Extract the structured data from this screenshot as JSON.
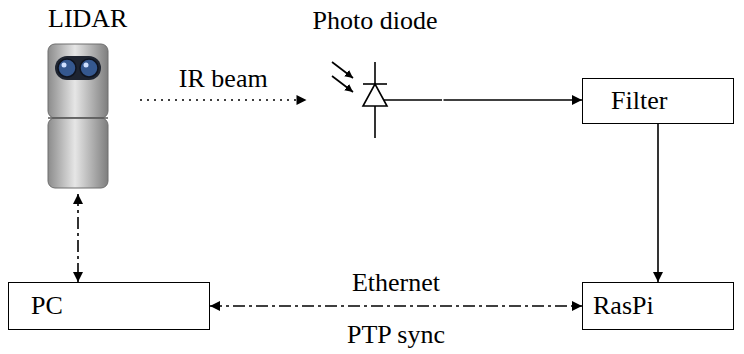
{
  "diagram": {
    "nodes": [
      {
        "text": [
          "LIDAR"
        ]
      },
      {
        "text": [
          "Photo diode"
        ]
      },
      {
        "text": [
          "Filter"
        ]
      },
      {
        "text": [
          "PC"
        ]
      },
      {
        "text": [
          "RasPi"
        ]
      }
    ],
    "edges": [
      {
        "from": 0,
        "to": 1,
        "arrow": "to",
        "label": "IR beam"
      },
      {
        "from": 1,
        "to": 2,
        "arrow": "to"
      },
      {
        "from": 2,
        "to": 4,
        "arrow": "to"
      },
      {
        "from": 0,
        "to": 3,
        "arrow": "both"
      },
      {
        "from": 3,
        "to": 4,
        "arrow": "both",
        "label": "Ethernet"
      }
    ],
    "labels": [
      "PTP sync"
    ]
  }
}
